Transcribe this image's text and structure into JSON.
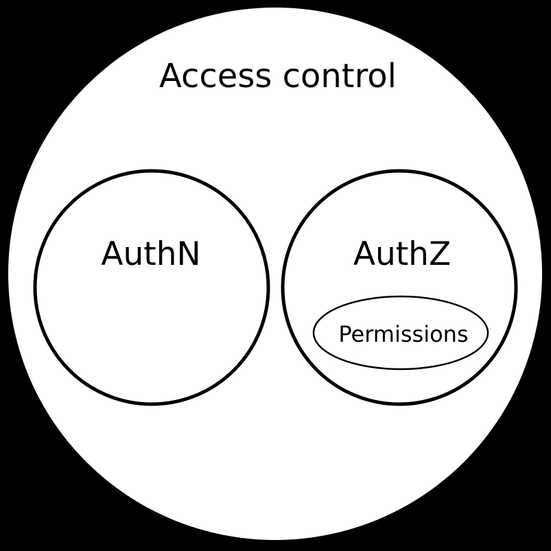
{
  "diagram": {
    "type": "euler-venn",
    "title": "Access control",
    "sets": [
      {
        "id": "authn",
        "label": "AuthN",
        "subsets": []
      },
      {
        "id": "authz",
        "label": "AuthZ",
        "subsets": [
          {
            "id": "permissions",
            "label": "Permissions"
          }
        ]
      }
    ],
    "colors": {
      "background": "#000000",
      "set_fill": "#ffffff",
      "outline": "#000000",
      "text": "#000000"
    }
  }
}
